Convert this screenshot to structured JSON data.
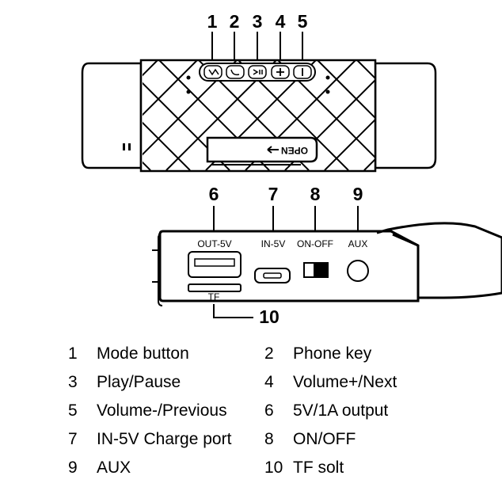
{
  "callouts": {
    "n1": "1",
    "n2": "2",
    "n3": "3",
    "n4": "4",
    "n5": "5",
    "n6": "6",
    "n7": "7",
    "n8": "8",
    "n9": "9",
    "n10": "10"
  },
  "device": {
    "open_label": "OPEN",
    "ports": {
      "out5v": "OUT-5V",
      "in5v": "IN-5V",
      "onoff": "ON-OFF",
      "aux": "AUX",
      "tf": "TF"
    }
  },
  "legend": [
    {
      "num": "1",
      "text": "Mode button"
    },
    {
      "num": "2",
      "text": "Phone key"
    },
    {
      "num": "3",
      "text": "Play/Pause"
    },
    {
      "num": "4",
      "text": "Volume+/Next"
    },
    {
      "num": "5",
      "text": "Volume-/Previous"
    },
    {
      "num": "6",
      "text": "5V/1A output"
    },
    {
      "num": "7",
      "text": "IN-5V Charge port"
    },
    {
      "num": "8",
      "text": "ON/OFF"
    },
    {
      "num": "9",
      "text": "AUX"
    },
    {
      "num": "10",
      "text": "TF solt"
    }
  ],
  "icons": [
    "mode-icon",
    "phone-icon",
    "play-pause-icon",
    "plus-icon",
    "minus-icon",
    "arrow-left-icon"
  ]
}
